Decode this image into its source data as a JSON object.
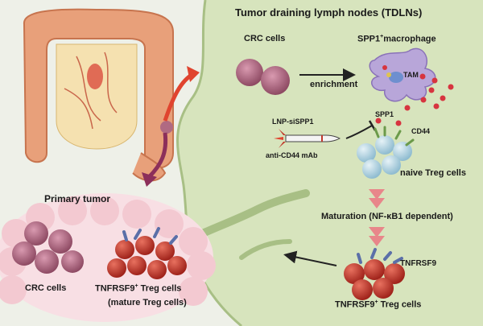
{
  "tdln_title": "Tumor draining lymph nodes (TDLNs)",
  "crc_cells_label": "CRC cells",
  "macrophage_label": "SPP1",
  "macrophage_label_sup": "+",
  "macrophage_label_rest": "macrophage",
  "enrichment_label": "enrichment",
  "tam_label": "TAM",
  "lnp_label": "LNP-siSPP1",
  "anti_cd44_label": "anti-CD44 mAb",
  "spp1_label": "SPP1",
  "cd44_label": "CD44",
  "naive_treg_label": "naive Treg cells",
  "maturation_label": "Maturation (NF-κB1 dependent)",
  "tnfrsf9_label": "TNFRSF9",
  "tnfrsf9_treg_label": "TNFRSF9",
  "tnfrsf9_treg_sup": "+",
  "tnfrsf9_treg_rest": " Treg cells",
  "primary_tumor_label": "Primary tumor",
  "primary_crc_label": "CRC cells",
  "primary_treg_label": "TNFRSF9",
  "primary_treg_sup": "+",
  "primary_treg_rest": " Treg cells",
  "mature_treg_label": "(mature Treg cells)",
  "colors": {
    "lymph_node": "#d7e4bd",
    "colon": "#e8a07a",
    "cancer_cell": "#b06a82",
    "treg_cell": "#c0392b",
    "naive_cell": "#a9cfe0",
    "tam": "#b8a6d9",
    "arrow_red": "#e0442f",
    "arrow_purple": "#8c2f5a"
  }
}
